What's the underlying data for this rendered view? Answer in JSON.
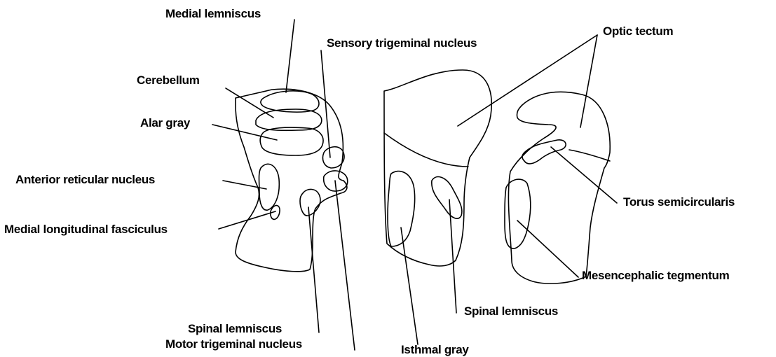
{
  "labels": {
    "medial_lemniscus": "Medial lemniscus",
    "cerebellum": "Cerebellum",
    "alar_gray": "Alar gray",
    "anterior_reticular_nucleus": "Anterior reticular nucleus",
    "medial_longitudinal_fasciculus": "Medial longitudinal fasciculus",
    "spinal_lemniscus_left": "Spinal lemniscus",
    "motor_trigeminal_nucleus": "Motor trigeminal nucleus",
    "sensory_trigeminal_nucleus": "Sensory trigeminal nucleus",
    "isthmal_gray": "Isthmal gray",
    "spinal_lemniscus_middle": "Spinal lemniscus",
    "optic_tectum": "Optic tectum",
    "torus_semicircularis": "Torus semicircularis",
    "mesencephalic_tegmentum": "Mesencephalic tegmentum"
  }
}
